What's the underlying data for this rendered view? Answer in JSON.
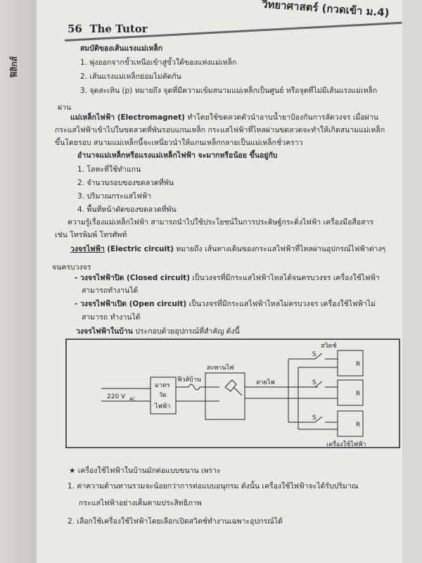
{
  "spine_label": "ฟิสิกส์",
  "header": {
    "top_title": "วิทยาศาสตร์ (กวดเข้า ม.4)",
    "page_number": "56",
    "book": "The Tutor"
  },
  "section1": {
    "heading": "สมบัติของเส้นแรงแม่เหล็ก",
    "items": [
      "1. พุ่งออกจากขั้วเหนือเข้าสู่ขั้วใต้ของแท่งแม่เหล็ก",
      "2. เส้นแรงแม่เหล็กย่อมไม่ตัดกัน",
      "3. จุดสะเทิน (p) หมายถึง จุดที่มีความเข้มสนามแม่เหล็กเป็นศูนย์ หรือจุดที่ไม่มีเส้นแรงแม่เหล็ก"
    ],
    "cont": "ผ่าน"
  },
  "electromagnet": {
    "term": "แม่เหล็กไฟฟ้า (Electromagnet)",
    "lines": [
      "ทำโดยใช้ขดลวดตัวนำอาบน้ำยาป้องกันการลัดวงจร เมื่อผ่าน",
      "กระแสไฟฟ้าเข้าไปในขดลวดที่พันรอบแกนเหล็ก กระแสไฟฟ้าที่ไหลผ่านขดลวดจะทำให้เกิดสนามแม่เหล็ก",
      "ขึ้นโดยรอบ สนามแม่เหล็กนี้จะเหนี่ยวนำให้แกนเหล็กกลายเป็นแม่เหล็กชั่วคราว"
    ]
  },
  "section2": {
    "heading": "อำนาจแม่เหล็กหรือแรงแม่เหล็กไฟฟ้า จะมากหรือน้อย ขึ้นอยู่กับ",
    "items": [
      "1. โลหะที่ใช้ทำแกน",
      "2. จำนวนรอบของขดลวดที่พัน",
      "3. ปริมาณกระแสไฟฟ้า",
      "4. พื้นที่หน้าตัดของขดลวดที่พัน"
    ],
    "para": [
      "ความรู้เรื่องแม่เหล็กไฟฟ้า สามารถนำไปใช้ประโยชน์ในการประดิษฐ์กระดิ่งไฟฟ้า เครื่องมือสื่อสาร",
      "เช่น โทรพิมพ์ โทรศัพท์"
    ]
  },
  "circuit": {
    "term": "วงจรไฟฟ้า",
    "term_en": "(Electric circuit)",
    "def": "หมายถึง เส้นทางเดินของกระแสไฟฟ้าที่ไหลผ่านอุปกรณ์ไฟฟ้าต่างๆ",
    "cont": "จนครบวงจร",
    "closed": {
      "term": "- วงจรไฟฟ้าปิด (Closed circuit)",
      "text": "เป็นวงจรที่มีกระแสไฟฟ้าไหลได้จนครบวงจร เครื่องใช้ไฟฟ้า",
      "cont": "สามารถทำงานได้"
    },
    "open": {
      "term": "- วงจรไฟฟ้าเปิด (Open circuit)",
      "text": "เป็นวงจรที่มีกระแสไฟฟ้าไหลไม่ครบวงจร เครื่องใช้ไฟฟ้าไม่",
      "cont": "สามารถ ทำงานได้"
    },
    "home_term": "วงจรไฟฟ้าในบ้าน",
    "home_text": "ประกอบด้วยอุปกรณ์ที่สำคัญ ดังนี้"
  },
  "diagram": {
    "voltage": "220 V",
    "voltage_sub": "AC",
    "meter": [
      "มาตร",
      "วัด",
      "ไฟฟ้า"
    ],
    "fuse": "ฟิวส์บ้าน",
    "panel": "สะพานไฟ",
    "wire": "สายไฟ",
    "switch": "สวิตช์",
    "s": "S",
    "r": "R",
    "appliance": "เครื่องใช้ไฟฟ้า"
  },
  "parallel": {
    "intro": "★ เครื่องใช้ไฟฟ้าในบ้านมักต่อแบบขนาน เพราะ",
    "items": [
      "1. ค่าความต้านทานรวมจะน้อยกว่าการต่อแบบอนุกรม ดังนั้น เครื่องใช้ไฟฟ้าจะได้รับปริมาณ",
      "กระแสไฟฟ้าอย่างเต็มตามประสิทธิภาพ",
      "2. เลือกใช้เครื่องใช้ไฟฟ้าโดยเลือกเปิดสวิตช์ทำงานเฉพาะอุปกรณ์ได้"
    ]
  }
}
